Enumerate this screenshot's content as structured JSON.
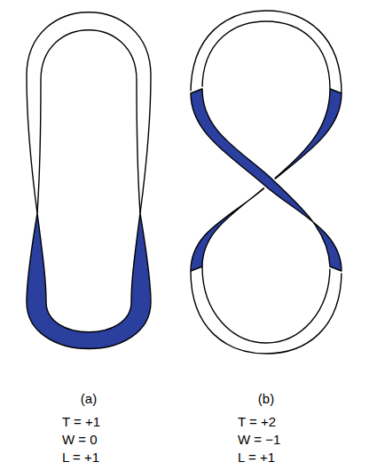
{
  "diagram": {
    "labels": [
      "(a)",
      "T = +1",
      "W = 0",
      "L = +1",
      "(b)",
      "T = +2",
      "W = −1",
      "L = +1"
    ]
  }
}
